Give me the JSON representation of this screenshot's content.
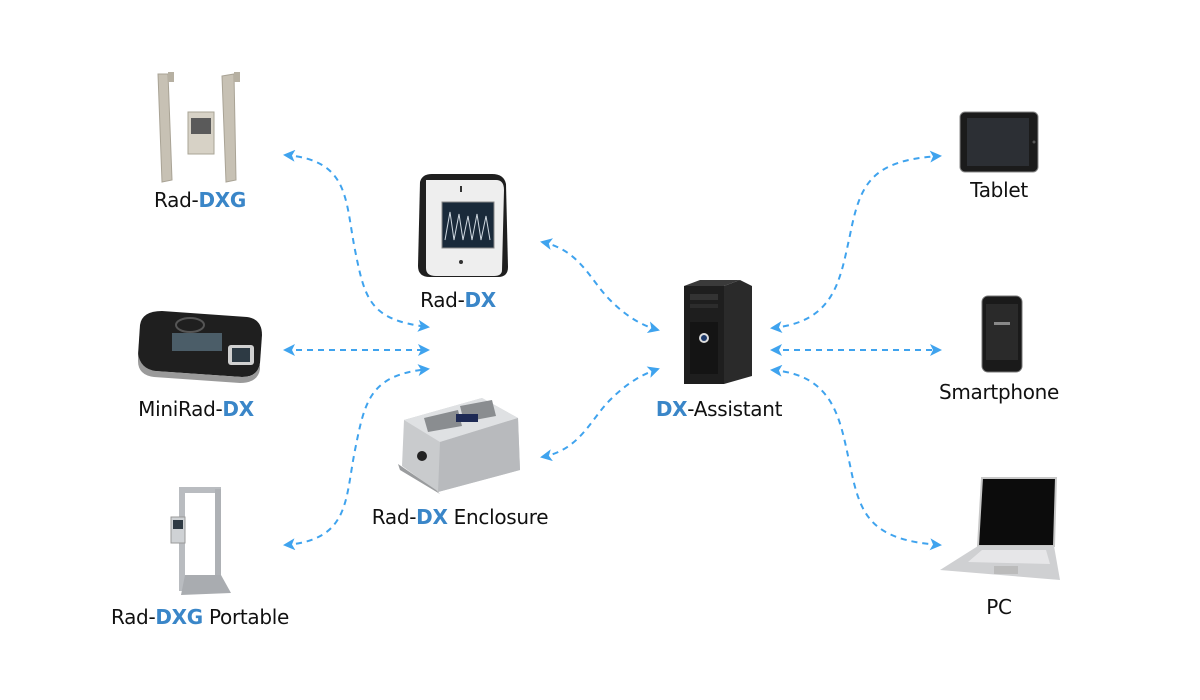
{
  "diagram": {
    "accent_color": "#3a86c8",
    "arrow_color": "#3fa3ee",
    "nodes": [
      {
        "id": "rad-dxg",
        "label_prefix": "Rad-",
        "label_highlight": "DXG",
        "label_suffix": ""
      },
      {
        "id": "minirad-dx",
        "label_prefix": "MiniRad-",
        "label_highlight": "DX",
        "label_suffix": ""
      },
      {
        "id": "rad-dxg-portable",
        "label_prefix": "Rad-",
        "label_highlight": "DXG",
        "label_suffix": " Portable"
      },
      {
        "id": "rad-dx",
        "label_prefix": "Rad-",
        "label_highlight": "DX",
        "label_suffix": ""
      },
      {
        "id": "rad-dx-enclosure",
        "label_prefix": "Rad-",
        "label_highlight": "DX",
        "label_suffix": " Enclosure"
      },
      {
        "id": "dx-assistant",
        "label_prefix": "",
        "label_highlight": "DX",
        "label_suffix": "-Assistant"
      },
      {
        "id": "tablet",
        "label_prefix": "Tablet",
        "label_highlight": "",
        "label_suffix": ""
      },
      {
        "id": "smartphone",
        "label_prefix": "Smartphone",
        "label_highlight": "",
        "label_suffix": ""
      },
      {
        "id": "pc",
        "label_prefix": "PC",
        "label_highlight": "",
        "label_suffix": ""
      }
    ],
    "edges": [
      {
        "from": "rad-dxg",
        "to": "hub-left",
        "style": "dashed",
        "bidirectional": true
      },
      {
        "from": "minirad-dx",
        "to": "hub-left",
        "style": "dashed",
        "bidirectional": true
      },
      {
        "from": "rad-dxg-portable",
        "to": "hub-left",
        "style": "dashed",
        "bidirectional": true
      },
      {
        "from": "rad-dx",
        "to": "dx-assistant",
        "style": "dashed",
        "bidirectional": true
      },
      {
        "from": "rad-dx-enclosure",
        "to": "dx-assistant",
        "style": "dashed",
        "bidirectional": true
      },
      {
        "from": "dx-assistant",
        "to": "tablet",
        "style": "dashed",
        "bidirectional": true
      },
      {
        "from": "dx-assistant",
        "to": "smartphone",
        "style": "dashed",
        "bidirectional": true
      },
      {
        "from": "dx-assistant",
        "to": "pc",
        "style": "dashed",
        "bidirectional": true
      }
    ]
  }
}
